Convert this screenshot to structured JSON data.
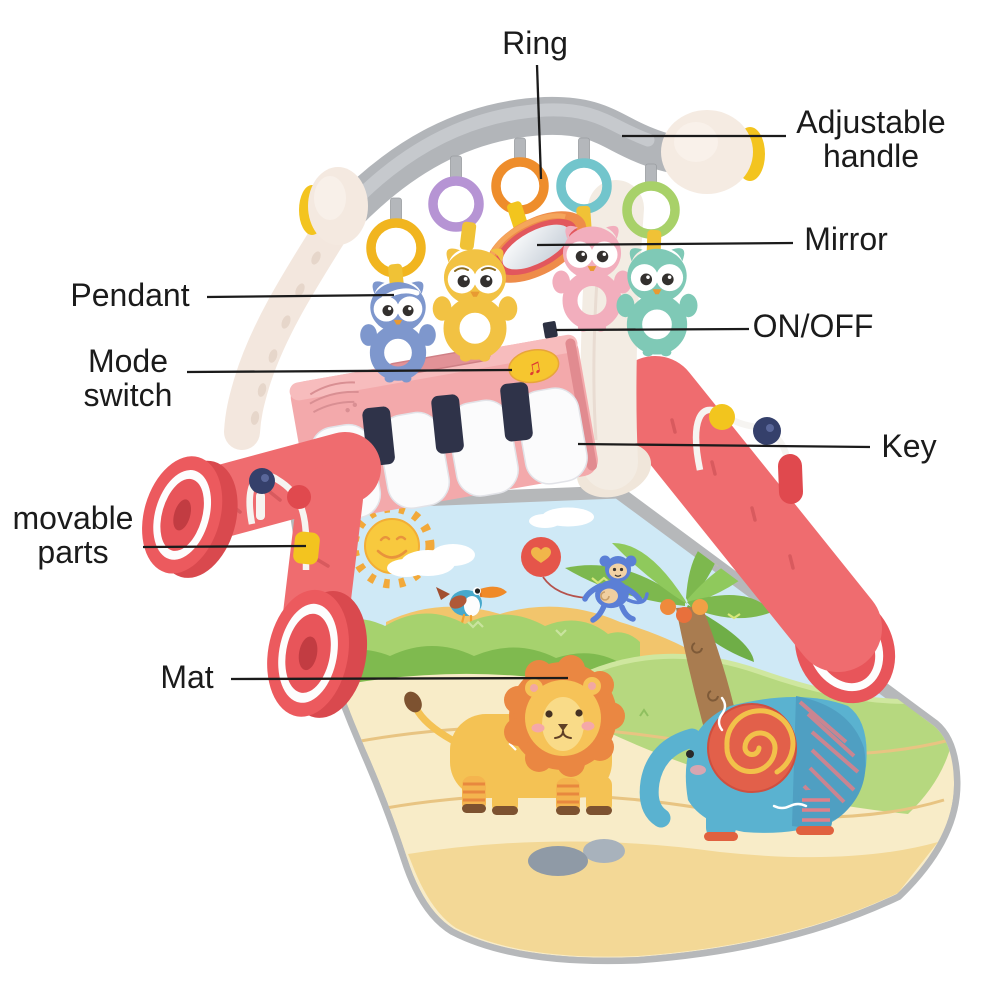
{
  "figure": {
    "kind": "labeled-product-diagram",
    "product": "baby piano fitness play gym walker with play mat"
  },
  "callouts": [
    {
      "id": "ring",
      "label": "Ring",
      "target": "hanging-ring"
    },
    {
      "id": "adjustable-handle",
      "label": "Adjustable handle",
      "target": "handle-bar"
    },
    {
      "id": "mirror",
      "label": "Mirror",
      "target": "mirror-toy"
    },
    {
      "id": "on-off",
      "label": "ON/OFF",
      "target": "power-switch"
    },
    {
      "id": "pendant",
      "label": "Pendant",
      "target": "owl-pendant"
    },
    {
      "id": "mode-switch",
      "label": "Mode switch",
      "target": "music-mode-button"
    },
    {
      "id": "key",
      "label": "Key",
      "target": "piano-key"
    },
    {
      "id": "movable-parts",
      "label": "movable parts",
      "target": "bead-slider"
    },
    {
      "id": "mat",
      "label": "Mat",
      "target": "play-mat"
    }
  ],
  "glyphs": {
    "music_notes": "♫"
  },
  "product_parts": {
    "rings": [
      "yellow",
      "purple",
      "orange",
      "teal",
      "green"
    ],
    "pendants": [
      "blue owl",
      "yellow owl",
      "pink owl",
      "teal owl"
    ],
    "piano": {
      "white_keys": 4,
      "black_keys": 3
    },
    "wheels_visible": 3,
    "mat_scene": [
      "sun",
      "clouds",
      "toucan",
      "monkey",
      "heart balloon",
      "palm tree",
      "lion",
      "elephant",
      "rocks"
    ]
  },
  "palette": {
    "handle_gray": "#b2b5b9",
    "frame_cream": "#f4e9e0",
    "accent_yellow": "#f3c41f",
    "piano_pink": "#f3a9ab",
    "key_white": "#fbfbfc",
    "key_black": "#2f3349",
    "base_red": "#ef6c6f",
    "wheel_red": "#ec5a5e",
    "ring_yellow": "#f1b51f",
    "ring_purple": "#b694d4",
    "ring_orange": "#ee8d2b",
    "ring_teal": "#72c5cc",
    "ring_green": "#a8d169",
    "owl_blue": "#7e97cd",
    "owl_yellow": "#f2c243",
    "owl_pink": "#f2aebd",
    "owl_teal": "#7fc9b6",
    "mat_sky": "#cfe9f6",
    "mat_sand": "#f8ecc8",
    "mat_grass": "#b6d87f",
    "mat_border": "#b6b8ba",
    "label_text": "#1b1b1b",
    "callout_line": "#1b1b1b"
  }
}
